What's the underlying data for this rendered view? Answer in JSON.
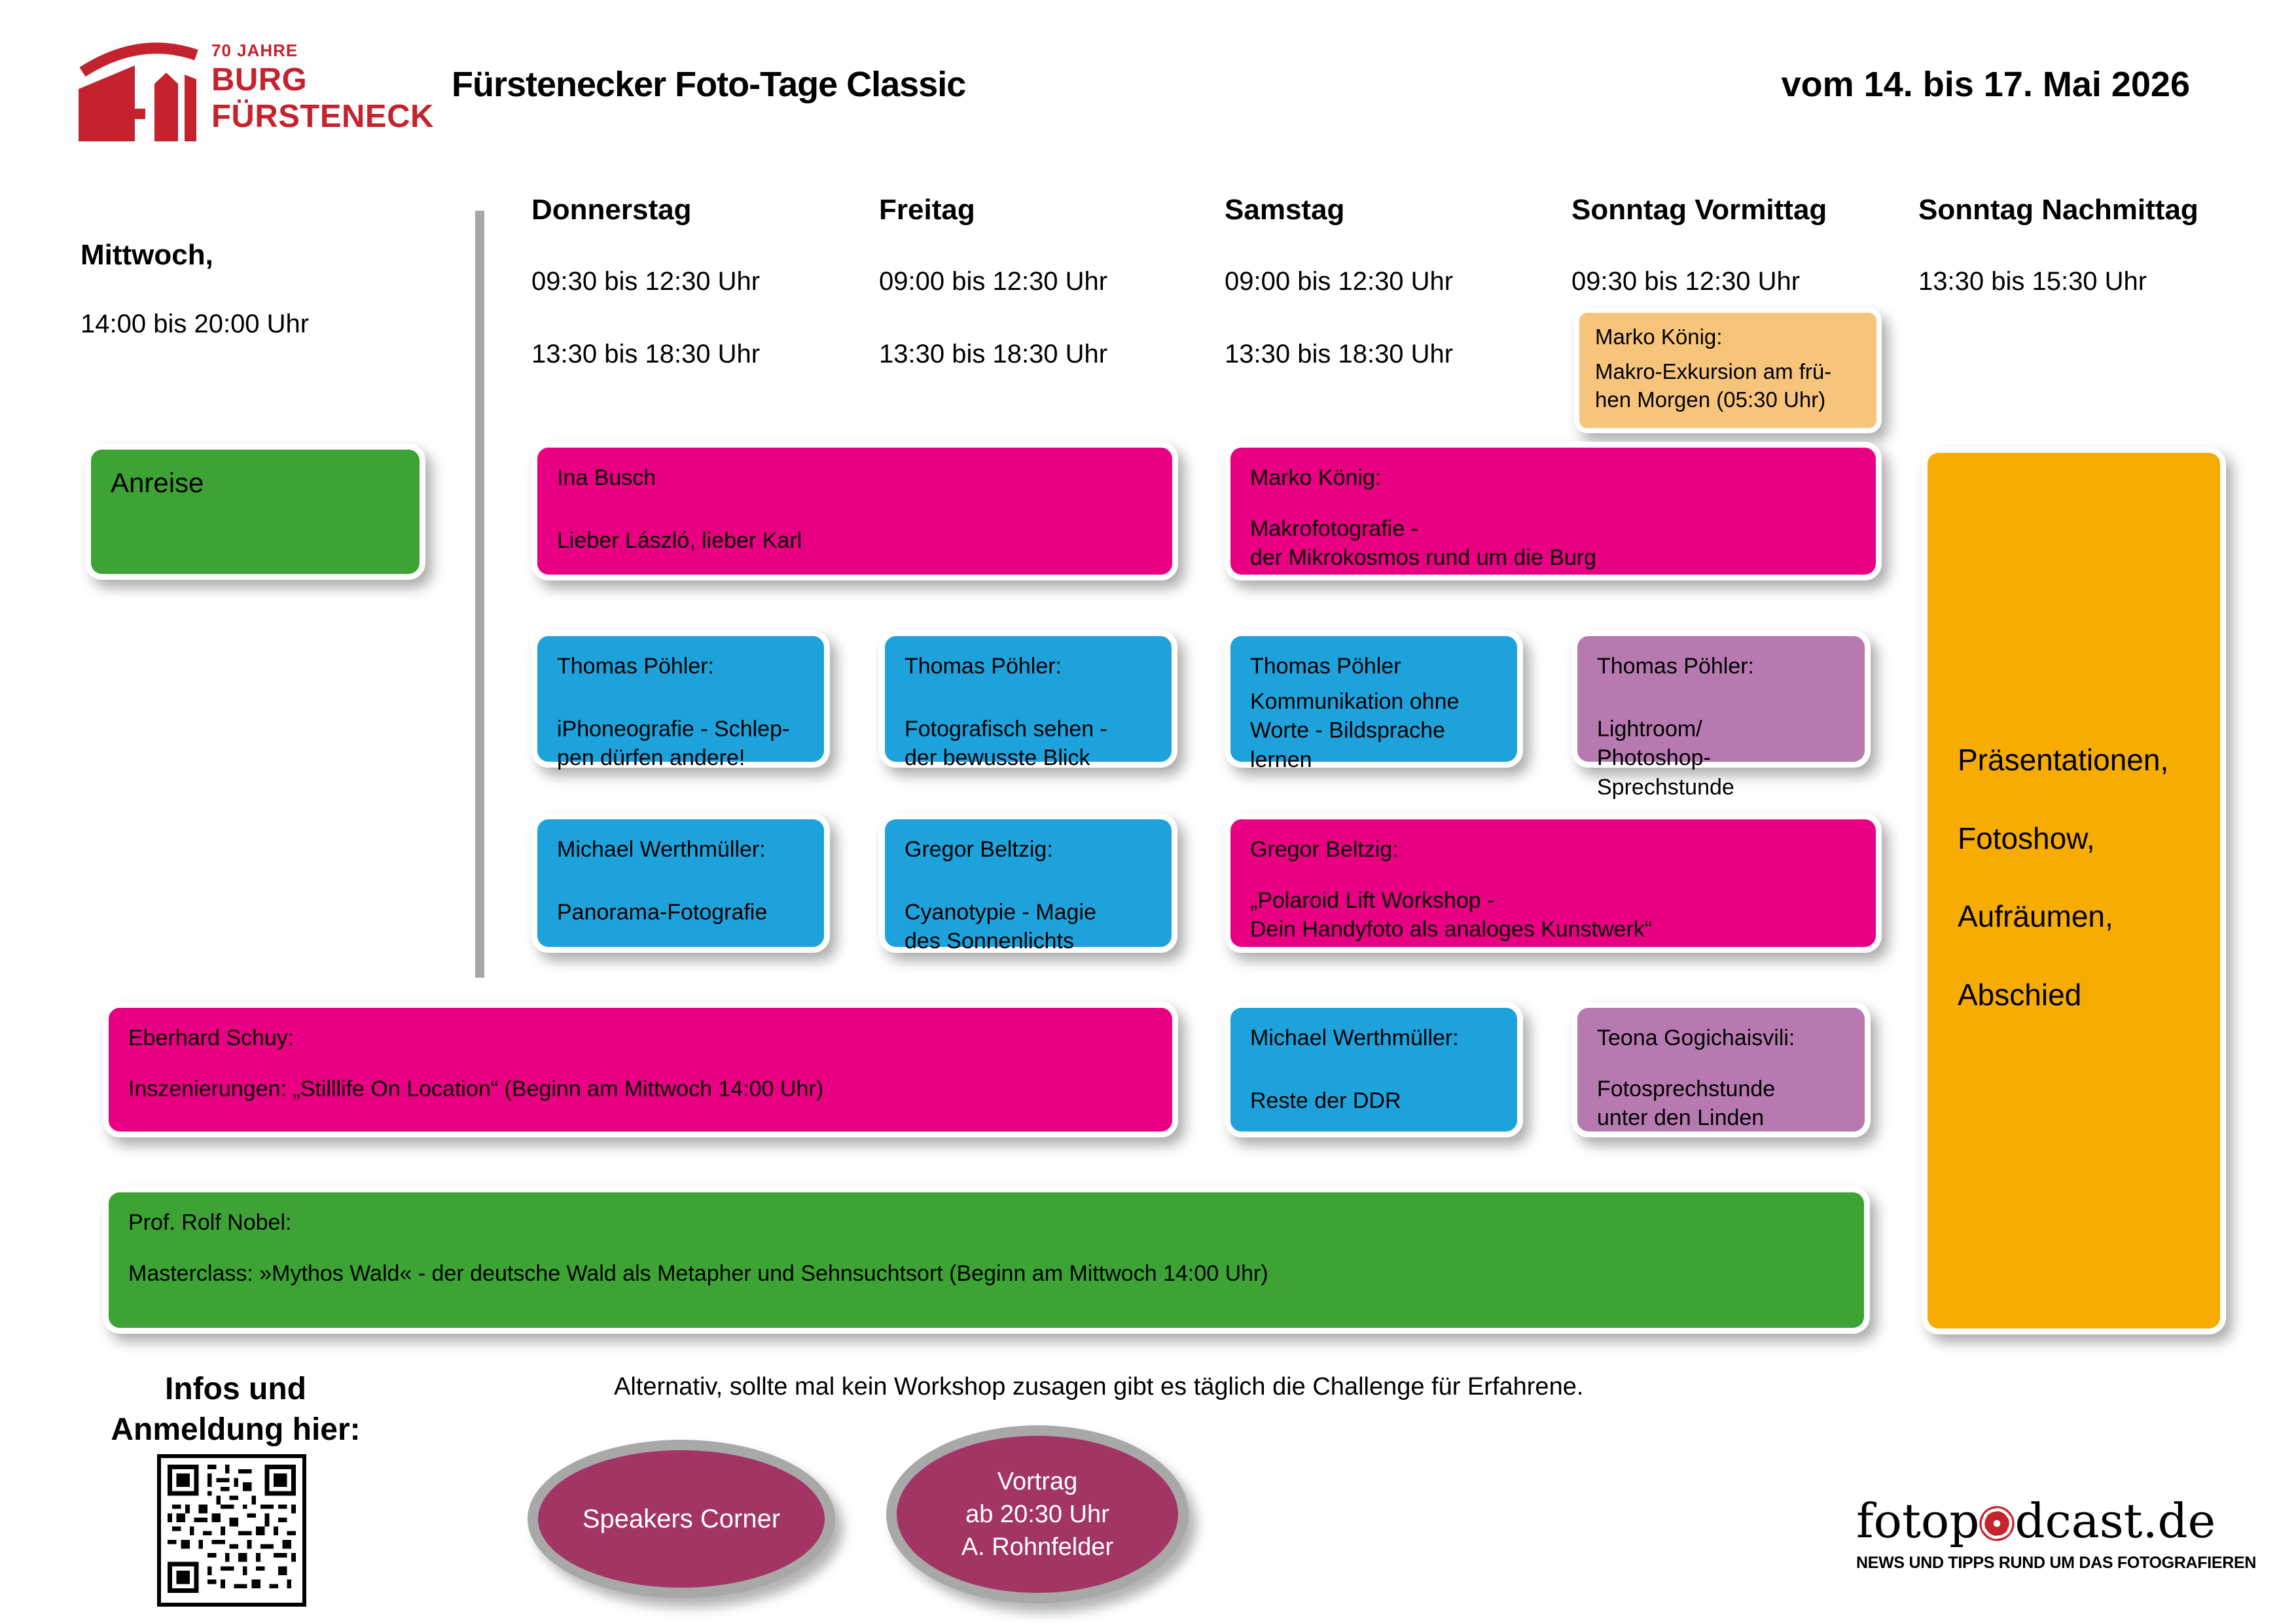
{
  "colors": {
    "pink": "#e90082",
    "blue": "#1ea2db",
    "green": "#3da334",
    "purple": "#b67ab0",
    "orange": "#f6ac00",
    "orange_light": "#f7c47c",
    "berry": "#a33564",
    "logo_red": "#c4232d",
    "divider_gray": "#a8a8a8"
  },
  "icons": {
    "logo_mark": "burg-castle-arc-icon",
    "qr": "qr-code-icon",
    "aperture": "aperture-icon"
  },
  "logo": {
    "years": "70 JAHRE",
    "line1": "BURG",
    "line2": "FÜRSTENECK"
  },
  "header": {
    "title": "Fürstenecker Foto-Tage Classic",
    "date_range": "vom 14. bis 17. Mai 2026"
  },
  "schedule_header": {
    "mittwoch": {
      "day": "Mittwoch,",
      "time1": "14:00 bis 20:00 Uhr"
    },
    "days": [
      {
        "day": "Donnerstag",
        "time1": "09:30 bis 12:30 Uhr",
        "time2": "13:30 bis 18:30 Uhr"
      },
      {
        "day": "Freitag",
        "time1": "09:00 bis 12:30 Uhr",
        "time2": "13:30 bis 18:30 Uhr"
      },
      {
        "day": "Samstag",
        "time1": "09:00 bis 12:30 Uhr",
        "time2": "13:30 bis 18:30 Uhr"
      },
      {
        "day": "Sonntag Vormittag",
        "time1": "09:30 bis 12:30 Uhr",
        "time2": ""
      },
      {
        "day": "Sonntag Nachmittag",
        "time1": "13:30 bis 15:30 Uhr",
        "time2": ""
      }
    ]
  },
  "events": {
    "anreise": {
      "title": "Anreise"
    },
    "exkursion": {
      "speaker": "Marko König:",
      "title": "Makro-Exkursion am frü-\nhen Morgen (05:30 Uhr)"
    },
    "ina_busch": {
      "speaker": "Ina Busch",
      "title": "Lieber László, lieber Karl"
    },
    "makro": {
      "speaker": "Marko König:",
      "title": "Makrofotografie -\nder Mikrokosmos rund um die Burg"
    },
    "iphoneografie": {
      "speaker": "Thomas Pöhler:",
      "title": "iPhoneografie - Schlep-\npen dürfen andere!"
    },
    "fotografisch_sehen": {
      "speaker": "Thomas Pöhler:",
      "title": "Fotografisch sehen -\nder bewusste Blick"
    },
    "kommunikation": {
      "speaker": "Thomas Pöhler",
      "title": "Kommunikation ohne\nWorte - Bildsprache\nlernen"
    },
    "lightroom": {
      "speaker": "Thomas Pöhler:",
      "title": "Lightroom/\nPhotoshop-Sprechstunde"
    },
    "panorama": {
      "speaker": "Michael Werthmüller:",
      "title": "Panorama-Fotografie"
    },
    "cyanotypie": {
      "speaker": "Gregor Beltzig:",
      "title": "Cyanotypie - Magie\ndes Sonnenlichts"
    },
    "polaroid": {
      "speaker": "Gregor Beltzig:",
      "title": "„Polaroid Lift Workshop -\nDein Handyfoto als analoges Kunstwerk“"
    },
    "stilllife": {
      "speaker": "Eberhard Schuy:",
      "title": "Inszenierungen: „Stilllife On Location“ (Beginn am Mittwoch 14:00 Uhr)"
    },
    "ddr": {
      "speaker": "Michael Werthmüller:",
      "title": "Reste der DDR"
    },
    "fotosprechstunde": {
      "speaker": "Teona Gogichaisvili:",
      "title": "Fotosprechstunde\nunter den Linden"
    },
    "masterclass": {
      "speaker": "Prof. Rolf Nobel:",
      "title": "Masterclass:  »Mythos Wald« - der deutsche Wald als Metapher und Sehnsuchtsort (Beginn am Mittwoch 14:00 Uhr)"
    },
    "sonntag_block": {
      "title": "Präsentationen,\n\nFotoshow,\n\nAufräumen,\n\nAbschied"
    }
  },
  "footer": {
    "info_label": "Infos und\nAnmeldung hier:",
    "challenge_note": "Alternativ, sollte mal kein Workshop zusagen gibt es täglich die Challenge für Erfahrene.",
    "speakers_corner": "Speakers Corner",
    "vortrag": "Vortrag\nab 20:30 Uhr\nA. Rohnfelder",
    "brand": {
      "pre": "fotop",
      "post": "dcast.de",
      "tagline": "NEWS UND TIPPS RUND UM DAS FOTOGRAFIEREN"
    }
  }
}
